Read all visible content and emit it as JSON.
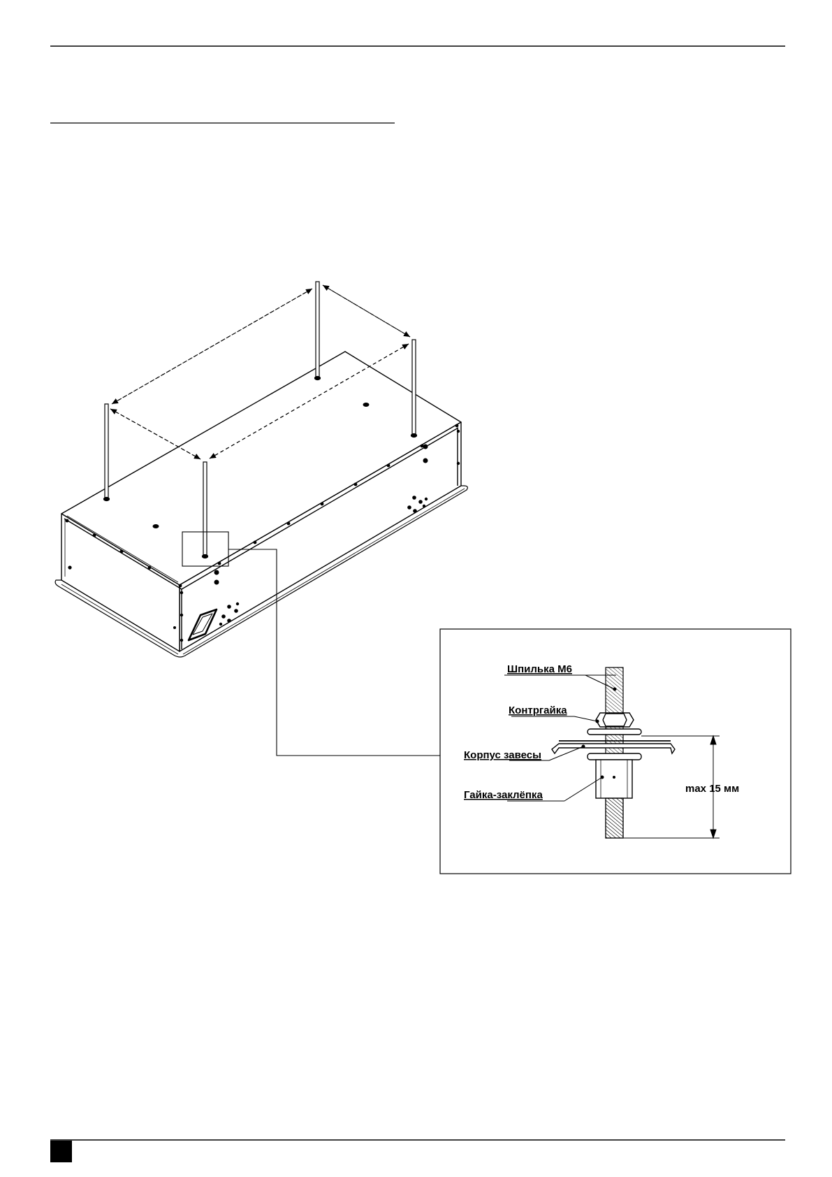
{
  "detail": {
    "labels": {
      "stud": "Шпилька М6",
      "locknut": "Контргайка",
      "housing": "Корпус завесы",
      "rivet_nut": "Гайка-заклёпка"
    },
    "dimension": "max 15 мм"
  },
  "colors": {
    "line": "#000000",
    "background": "#ffffff"
  }
}
